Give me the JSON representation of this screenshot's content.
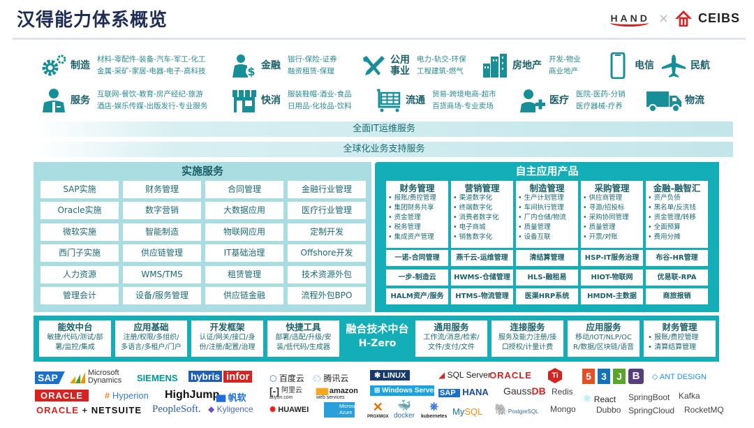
{
  "header": {
    "title": "汉得能力体系概览",
    "logo_left": "HAND",
    "logo_sep": "×",
    "logo_right": "CEIBS"
  },
  "industries": [
    {
      "name": "制造",
      "icon": "gears-icon",
      "desc": [
        "材料-零配件-装备-汽车-军工-化工",
        "金属-采矿-家居-电器-电子-高科技"
      ]
    },
    {
      "name": "金融",
      "icon": "banker-dollar-icon",
      "desc": [
        "银行-保险-证券",
        "融资租赁-保理"
      ]
    },
    {
      "name": "公用事业",
      "name_lines": [
        "公用",
        "事业"
      ],
      "icon": "tools-icon",
      "desc": [
        "电力-轨交-环保",
        "工程建筑-燃气"
      ]
    },
    {
      "name": "房地产",
      "icon": "buildings-icon",
      "desc": [
        "开发-物业",
        "商业地产"
      ]
    },
    {
      "name": "电信",
      "icon": "phone-icon",
      "desc": []
    },
    {
      "name": "民航",
      "icon": "airplane-icon",
      "desc": []
    },
    {
      "name": "服务",
      "icon": "businessman-icon",
      "desc": [
        "互联网-餐饮-教育-房产经纪-旅游",
        "酒店-娱乐传媒-出版发行-专业服务"
      ]
    },
    {
      "name": "快消",
      "icon": "storefront-icon",
      "desc": [
        "服装鞋帽-酒业-食品",
        "日用品-化妆品-饮料"
      ]
    },
    {
      "name": "流通",
      "icon": "shopping-cart-icon",
      "desc": [
        "贸易-跨境电商-超市",
        "百货商场-专业卖场"
      ]
    },
    {
      "name": "医疗",
      "icon": "user-plus-icon",
      "desc": [
        "医院-医药-分销",
        "医疗器械-疗养"
      ]
    },
    {
      "name": "物流",
      "icon": "truck-icon",
      "desc": []
    }
  ],
  "bands": {
    "it_ops": "全面IT运维服务",
    "global_support": "全球化业务支持服务"
  },
  "implementation": {
    "title": "实施服务",
    "cells": [
      "SAP实施",
      "财务管理",
      "合同管理",
      "金融行业管理",
      "Oracle实施",
      "数字营销",
      "大数据应用",
      "医疗行业管理",
      "微软实施",
      "智能制造",
      "物联网应用",
      "定制开发",
      "西门子实施",
      "供应链管理",
      "IT基础治理",
      "Offshore开发",
      "人力资源",
      "WMS/TMS",
      "租赁管理",
      "技术资源外包",
      "管理会计",
      "设备/服务管理",
      "供应链金融",
      "流程外包BPO"
    ]
  },
  "products": {
    "title": "自主应用产品",
    "cards": [
      {
        "title": "财务管理",
        "items": [
          "报账/费控管理",
          "集团财务共享",
          "资金管理",
          "税务管理",
          "集成资产管理"
        ]
      },
      {
        "title": "营销管理",
        "items": [
          "渠道数字化",
          "终端数字化",
          "消费者数字化",
          "电子商城",
          "销售数字化"
        ]
      },
      {
        "title": "制造管理",
        "items": [
          "生产计划管理",
          "车间执行管理",
          "厂内仓储/物流",
          "质量管理",
          "设备互联"
        ]
      },
      {
        "title": "采购管理",
        "items": [
          "供应商管理",
          "寻源/招投标",
          "采购协同管理",
          "质量管理",
          "开票/对账"
        ]
      },
      {
        "title": "金融-融智汇",
        "items": [
          "资产负债",
          "黑名单/反洗钱",
          "资金管理/转移",
          "全面预算",
          "费用分摊"
        ]
      }
    ],
    "cells": [
      "一诺-合同管理",
      "燕千云-运维管理",
      "清结算管理",
      "HSP-IT服务治理",
      "布谷-HR管理",
      "一步-制造云",
      "HWMS-仓储管理",
      "HLS-融租易",
      "HIOT-物联网",
      "优易联-RPA",
      "HALM资产/服务",
      "HTMS-物流管理",
      "医渠HRP系统",
      "HMDM-主数据",
      "商旅报销"
    ]
  },
  "platform": {
    "center_title": "融合技术中台",
    "center_sub": "H-Zero",
    "cards": [
      {
        "title": "能效中台",
        "lines": [
          "敏捷/代码/测试/部",
          "署/监控/集成"
        ]
      },
      {
        "title": "应用基础",
        "lines": [
          "注册/权限/多组织/",
          "多语言/多租户/门户"
        ]
      },
      {
        "title": "开发框架",
        "lines": [
          "认证/网关/接口/身",
          "份/注册/配置/治理"
        ]
      },
      {
        "title": "快捷工具",
        "lines": [
          "部署/选配/升级/安",
          "装/低代码/生成器"
        ]
      },
      {
        "title": "通用服务",
        "lines": [
          "工作流/消息/检索/",
          "文件/支付/文件"
        ]
      },
      {
        "title": "连接服务",
        "lines": [
          "服务及能力注册/接",
          "口授权/计量计费"
        ]
      },
      {
        "title": "应用服务",
        "lines": [
          "移动/IOT/NLP/OC",
          "R/数据/区块链/语音"
        ]
      },
      {
        "title": "财务管理",
        "bullets": [
          "报账/费控管理",
          "清算结算管理"
        ]
      }
    ]
  },
  "tech_logos": {
    "sap": "SAP",
    "ms_dyn_1": "Microsoft",
    "ms_dyn_2": "Dynamics",
    "siemens": "SIEMENS",
    "hybris": "hybris",
    "infor": "infor",
    "oracle1": "ORACLE",
    "hyperion": "Hyperion",
    "highjump": "HighJump",
    "fanruan": "帆软",
    "oracle2": "ORACLE",
    "plus": "+",
    "netsuite": "NETSUITE",
    "peoplesoft": "PeopleSoft.",
    "kyligence": "Kyligence",
    "baidu": "百度云",
    "tencent": "腾讯云",
    "aliyun": "阿里云",
    "aliyun_sub": "aliyun.com",
    "amazon": "amazon",
    "amazon_sub": "web services",
    "huawei": "HUAWEI",
    "azure_1": "Microsoft",
    "azure_2": "Azure",
    "linux": "LINUX",
    "windows": "Windows Server",
    "proxmox": "PROXMOX",
    "docker": "docker",
    "kubernetes": "kubernetes",
    "sqlserver": "SQL Server",
    "oracle3": "ORACLE",
    "saphana": "HANA",
    "gaussdb_1": "Gauss",
    "gaussdb_2": "DB",
    "redis": "Redis",
    "mysql": "MySQL",
    "postgres": "PostgreSQL",
    "mongo": "Mongo",
    "html5": "5",
    "css3": "3",
    "js": "J",
    "bootstrap": "B",
    "antdesign": "ANT DESIGN",
    "react": "React",
    "springboot": "SpringBoot",
    "kafka": "Kafka",
    "dubbo": "Dubbo",
    "springcloud": "SpringCloud",
    "rocketmq": "RocketMQ"
  },
  "colors": {
    "title": "#1f2d55",
    "teal_dark": "#1b5f68",
    "teal": "#14aeb9",
    "teal_light": "#a9dde2",
    "industry_text": "#2b8a93"
  }
}
